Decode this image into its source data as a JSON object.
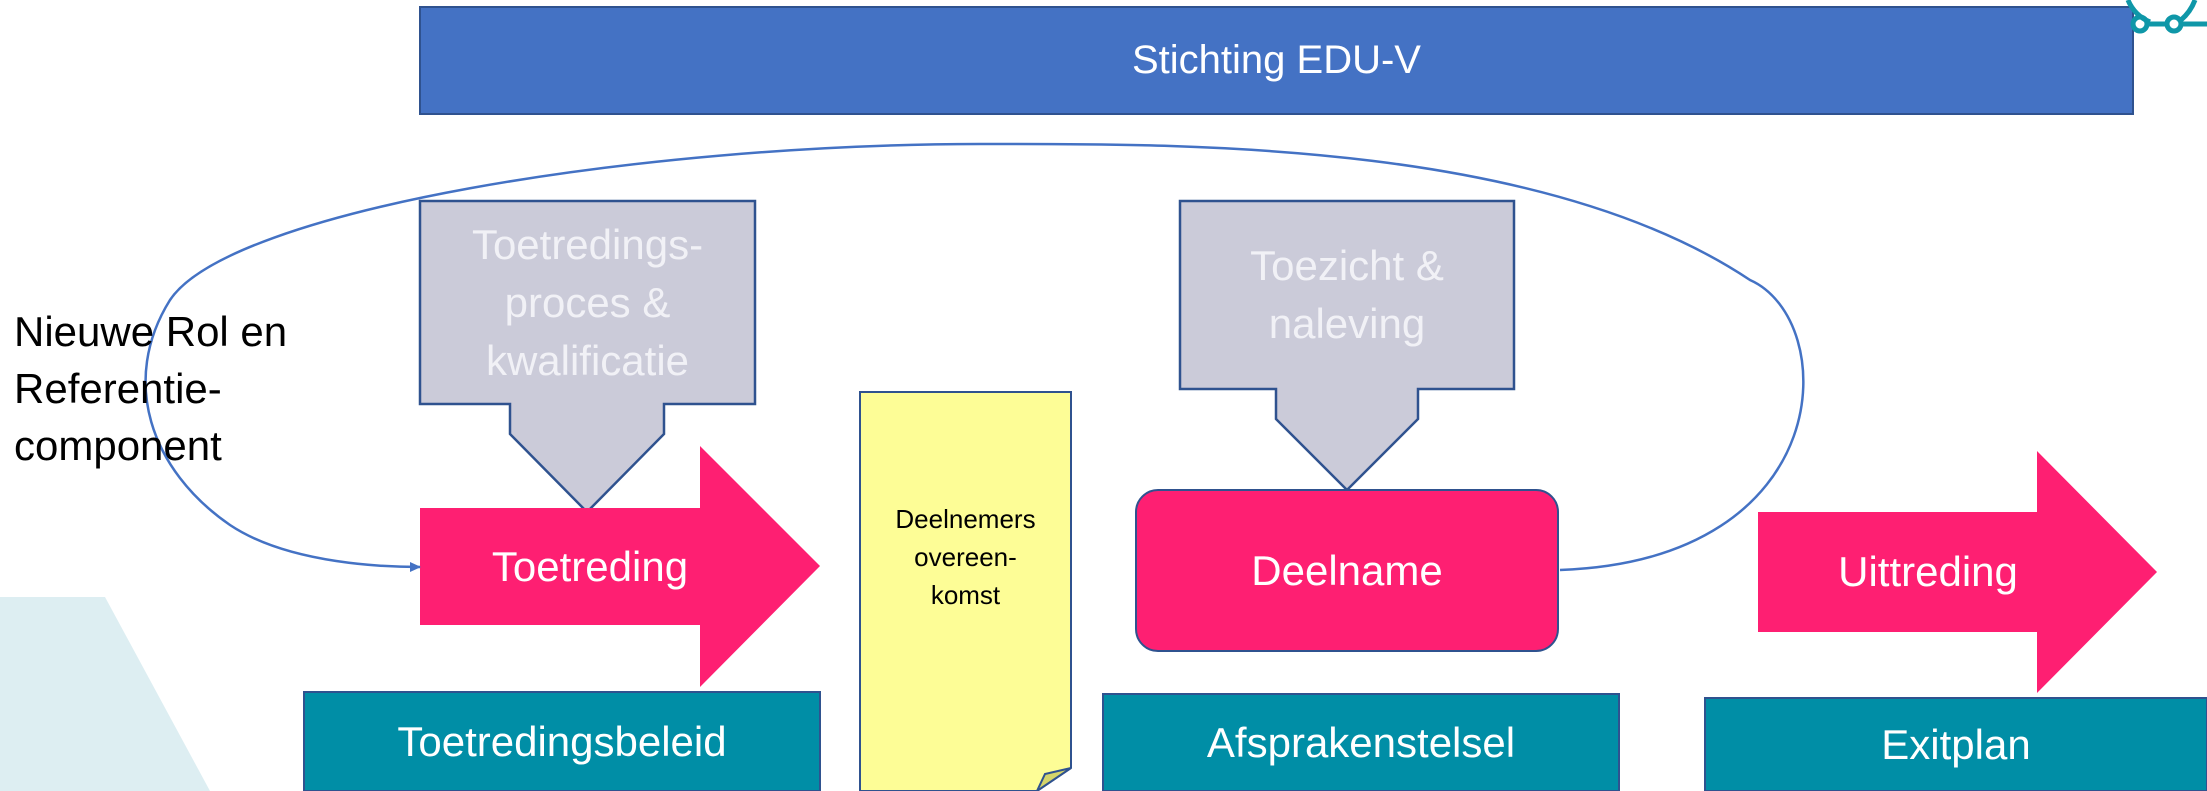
{
  "colors": {
    "banner": "#4472c4",
    "banner_border": "#2f528f",
    "grey_box": "#cbcbd9",
    "grey_border": "#2f528f",
    "pink": "#fe1f72",
    "teal": "#008ea6",
    "note": "#fdfd96",
    "loop_line": "#4472c4",
    "watermark": "#ddeef2"
  },
  "icons": {
    "top_right": "cog-network-icon"
  },
  "banner": {
    "label": "Stichting EDU-V"
  },
  "side_label": "Nieuwe Rol en\nReferentie-\ncomponent",
  "process": {
    "grey_1": "Toetredings-\nproces &\nkwalificatie",
    "grey_2": "Toezicht &\nnaleving",
    "arrow_1": "Toetreding",
    "box_2": "Deelname",
    "arrow_3": "Uittreding",
    "note": "Deelnemers\novereen-\nkomst"
  },
  "bottom": {
    "box_1": "Toetredingsbeleid",
    "box_2": "Afsprakenstelsel",
    "box_3": "Exitplan"
  }
}
